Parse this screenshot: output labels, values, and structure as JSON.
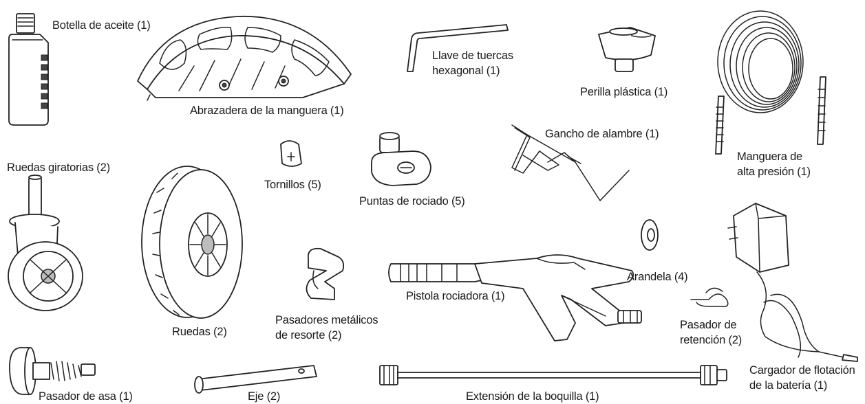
{
  "parts": {
    "oil_bottle": "Botella de aceite (1)",
    "hose_clamp": "Abrazadera de la manguera (1)",
    "hex_key_line1": "Llave de tuercas",
    "hex_key_line2": "hexagonal (1)",
    "plastic_knob": "Perilla plástica (1)",
    "hose_line1": "Manguera de",
    "hose_line2": "alta presión (1)",
    "casters": "Ruedas giratorias (2)",
    "screws": "Tornillos (5)",
    "spray_tips": "Puntas de rociado (5)",
    "wire_hook": "Gancho de alambre (1)",
    "wheels": "Ruedas (2)",
    "spring_pins_line1": "Pasadores metálicos",
    "spring_pins_line2": "de resorte (2)",
    "spray_gun": "Pistola rociadora (1)",
    "washer": "Arandela (4)",
    "retaining_pin_line1": "Pasador de",
    "retaining_pin_line2": "retención (2)",
    "charger_line1": "Cargador de flotación",
    "charger_line2": "de la batería (1)",
    "handle_pin": "Pasador de asa (1)",
    "axle": "Eje (2)",
    "nozzle_extension": "Extensión de la boquilla (1)"
  }
}
